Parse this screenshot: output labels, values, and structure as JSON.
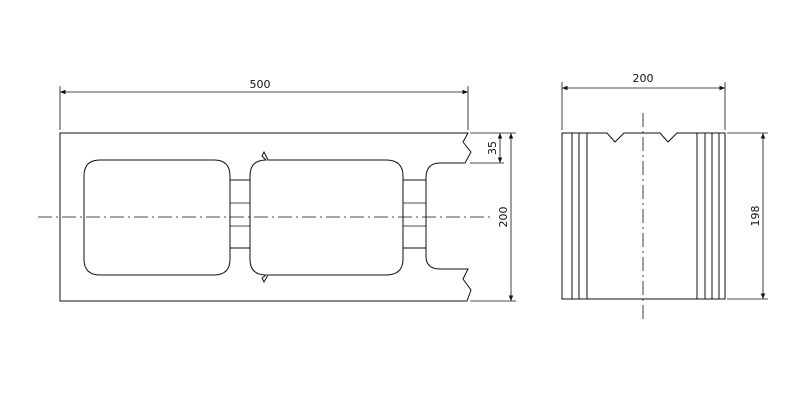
{
  "dimensions": {
    "overall_length": "500",
    "overall_width": "200",
    "top_offset": "35",
    "side_width": "200",
    "side_height": "198"
  },
  "colors": {
    "line": "#111111",
    "background": "#ffffff"
  }
}
